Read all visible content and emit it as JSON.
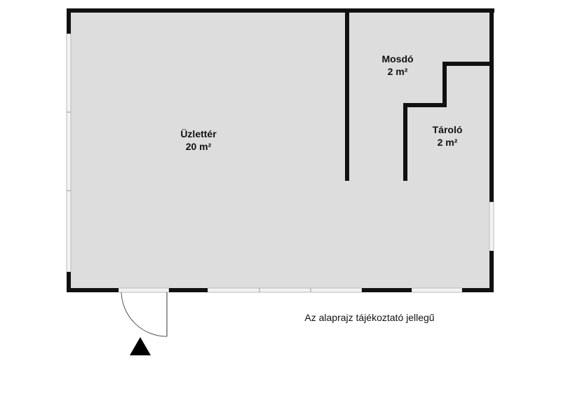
{
  "rooms": [
    {
      "name": "Üzlettér",
      "area": "20 m²"
    },
    {
      "name": "Mosdó",
      "area": "2 m²"
    },
    {
      "name": "Tároló",
      "area": "2 m²"
    }
  ],
  "note": "Az alaprajz tájékoztató jellegű",
  "colors": {
    "floor": "#dddddd",
    "wall": "#111111",
    "window": "#ffffff",
    "arrow": "#000000"
  }
}
